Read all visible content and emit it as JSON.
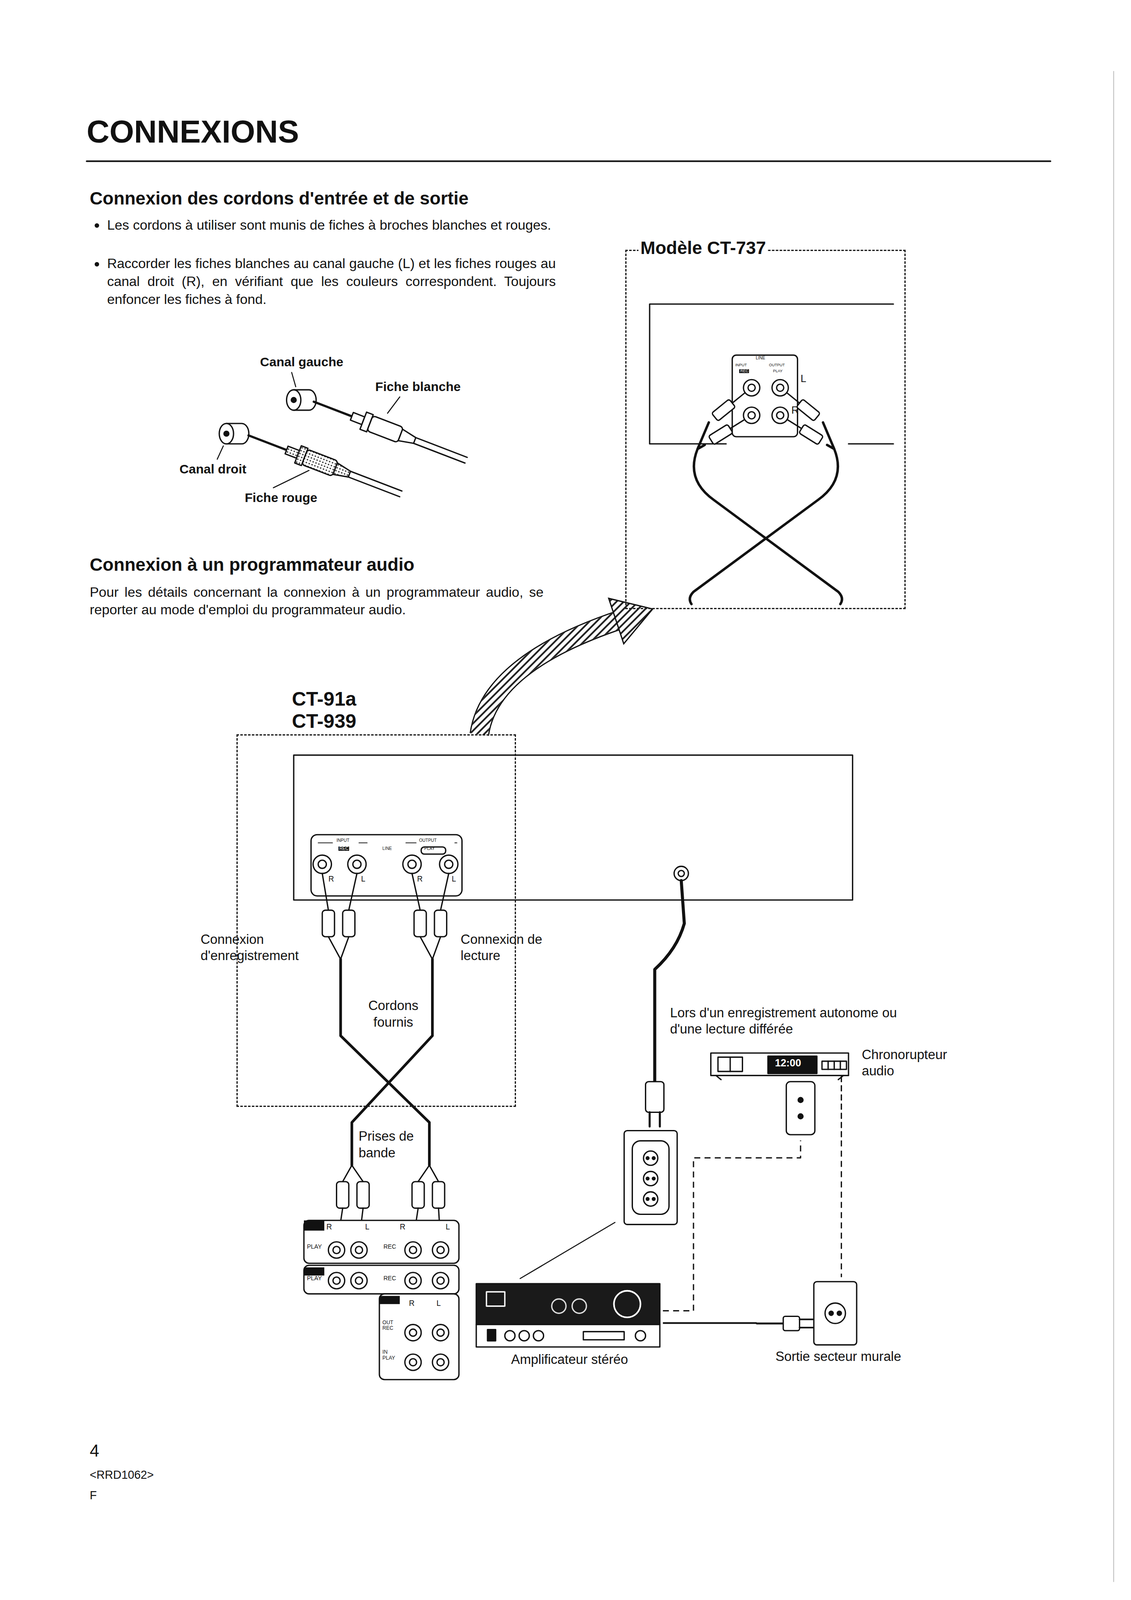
{
  "diagram": {
    "title": "CONNEXIONS",
    "nodes": [
      {
        "text": [
          "Modèle CT-737"
        ]
      },
      {
        "text": [
          "CT-91a",
          "CT-939"
        ]
      },
      {
        "text": [
          "Amplificateur stéréo"
        ]
      },
      {
        "text": [
          "Chronorupteur audio"
        ]
      },
      {
        "text": [
          "Sortie secteur murale"
        ]
      }
    ],
    "edges": [
      {
        "from": 1,
        "to": 0,
        "arrow": "to"
      },
      {
        "from": 2,
        "to": 3,
        "arrow": "none"
      },
      {
        "from": 2,
        "to": 4,
        "arrow": "none"
      },
      {
        "from": 3,
        "to": 4,
        "arrow": "none"
      }
    ],
    "labels": [
      "Connexion des cordons d'entrée et de sortie",
      "Les cordons à utiliser sont munis de fiches à broches blanches et rouges.",
      "Raccorder les fiches blanches au canal gauche (L) et les fiches rouges au canal droit (R), en vérifiant que les couleurs correspondent. Toujours enfoncer les fiches à fond.",
      "Canal gauche",
      "Fiche blanche",
      "Canal droit",
      "Fiche rouge",
      "Connexion à un programmateur audio",
      "Pour les détails concernant la connexion à un programmateur audio, se reporter au mode d'emploi du programmateur audio.",
      "LINE",
      "INPUT",
      "OUTPUT",
      "REC",
      "PLAY",
      "L",
      "R",
      "INPUT",
      "LINE",
      "OUTPUT",
      "REC",
      "PLAY",
      "R",
      "L",
      "R",
      "L",
      "Connexion d'enregistrement",
      "Connexion de lecture",
      "Cordons fournis",
      "Prises de bande",
      "R",
      "L",
      "REC",
      "R",
      "L",
      "PLAY",
      "PLAY",
      "REC",
      "R",
      "L",
      "OUT REC",
      "IN PLAY",
      "Lors d'un enregistrement autonome ou d'une lecture différée",
      "12:00",
      "4",
      "<RRD1062>",
      "F"
    ]
  }
}
